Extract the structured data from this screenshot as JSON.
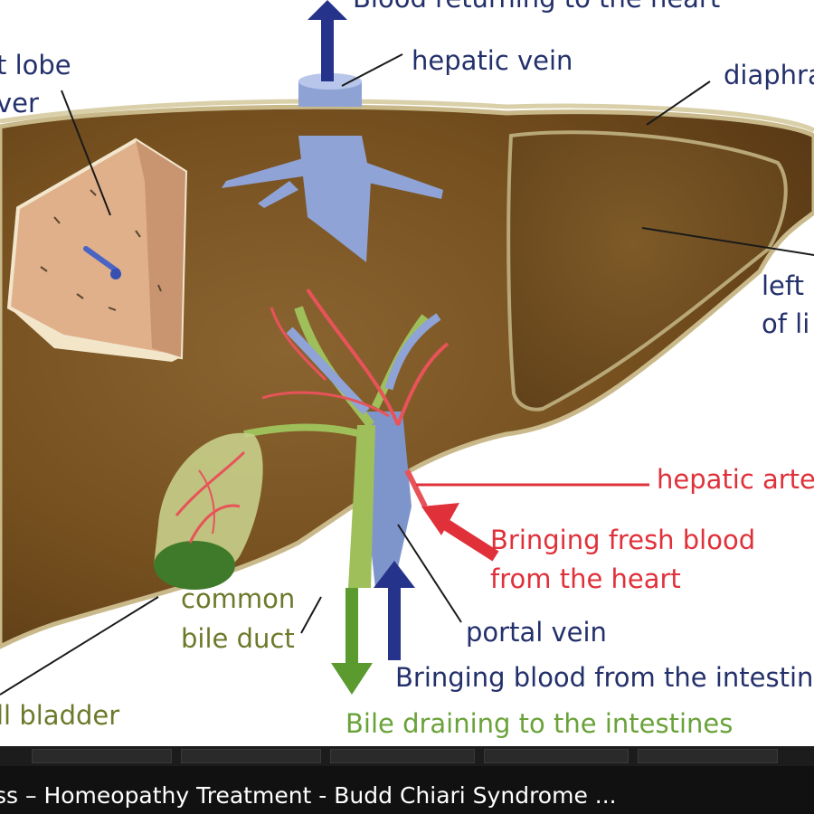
{
  "diagram": {
    "labels": {
      "blood_returning": "Blood returning to the heart",
      "hepatic_vein": "hepatic vein",
      "diaphragm": "diaphra",
      "right_lobe_1": "t lobe",
      "right_lobe_2": "ver",
      "left_lobe_1": "left",
      "left_lobe_2": "of li",
      "hepatic_artery": "hepatic arte",
      "fresh_blood_1": "Bringing fresh blood",
      "fresh_blood_2": "from the heart",
      "common_bile_1": "common",
      "common_bile_2": "bile duct",
      "portal_vein": "portal vein",
      "blood_intestine": "Bringing blood from the intestin",
      "gall_bladder": "ll bladder",
      "bile_draining": "Bile draining to the intestines"
    },
    "colors": {
      "liver": "#7a5223",
      "liver_dark": "#5e3c17",
      "capsule": "#c9b98a",
      "vein_blue": "#8fa3d6",
      "artery_red": "#e8535a",
      "bile_green": "#9fbf5a",
      "arrow_blue": "#25338a",
      "arrow_red": "#e0313a",
      "arrow_green": "#5a9a2e"
    }
  },
  "video": {
    "title": "ss – Homeopathy Treatment - Budd Chiari Syndrome ..."
  }
}
